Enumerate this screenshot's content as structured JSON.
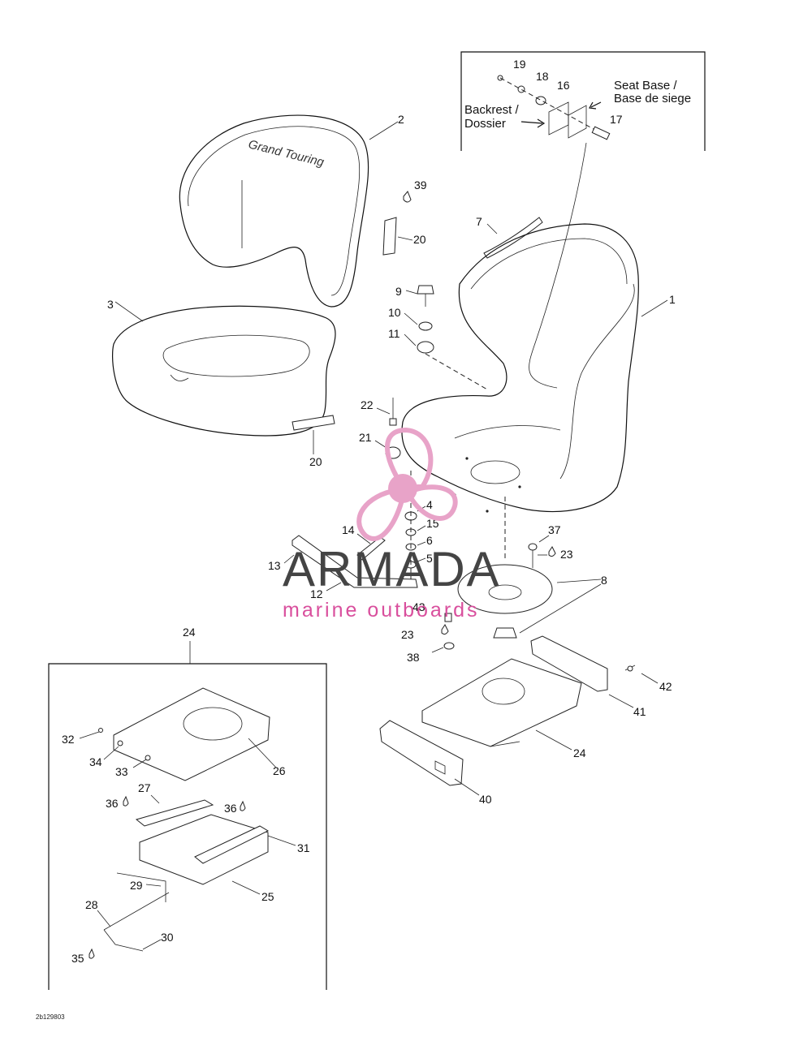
{
  "inset": {
    "backrest_label_line1": "Backrest /",
    "backrest_label_line2": "Dossier",
    "seat_base_label_line1": "Seat Base /",
    "seat_base_label_line2": "Base de siege",
    "callouts": [
      "19",
      "18",
      "16",
      "17"
    ]
  },
  "callouts": {
    "c1": "1",
    "c2": "2",
    "c3": "3",
    "c4": "4",
    "c5": "5",
    "c6": "6",
    "c7": "7",
    "c8": "8",
    "c9": "9",
    "c10": "10",
    "c11": "11",
    "c12": "12",
    "c13": "13",
    "c14": "14",
    "c15": "15",
    "c20a": "20",
    "c20b": "20",
    "c21": "21",
    "c22": "22",
    "c23a": "23",
    "c23b": "23",
    "c24": "24",
    "c37": "37",
    "c38": "38",
    "c39": "39",
    "c40": "40",
    "c41": "41",
    "c42": "42",
    "c43": "43"
  },
  "subassembly": {
    "header": "24",
    "callouts": {
      "c25": "25",
      "c26": "26",
      "c27": "27",
      "c28": "28",
      "c29": "29",
      "c30": "30",
      "c31": "31",
      "c32": "32",
      "c33": "33",
      "c34": "34",
      "c35": "35",
      "c36a": "36",
      "c36b": "36"
    }
  },
  "watermark": {
    "title": "ARMADA",
    "subtitle": "marine outboards",
    "accent_color": "#d94f9d"
  },
  "seat_logo_text": "Grand Touring",
  "footer_code": "2b129803"
}
